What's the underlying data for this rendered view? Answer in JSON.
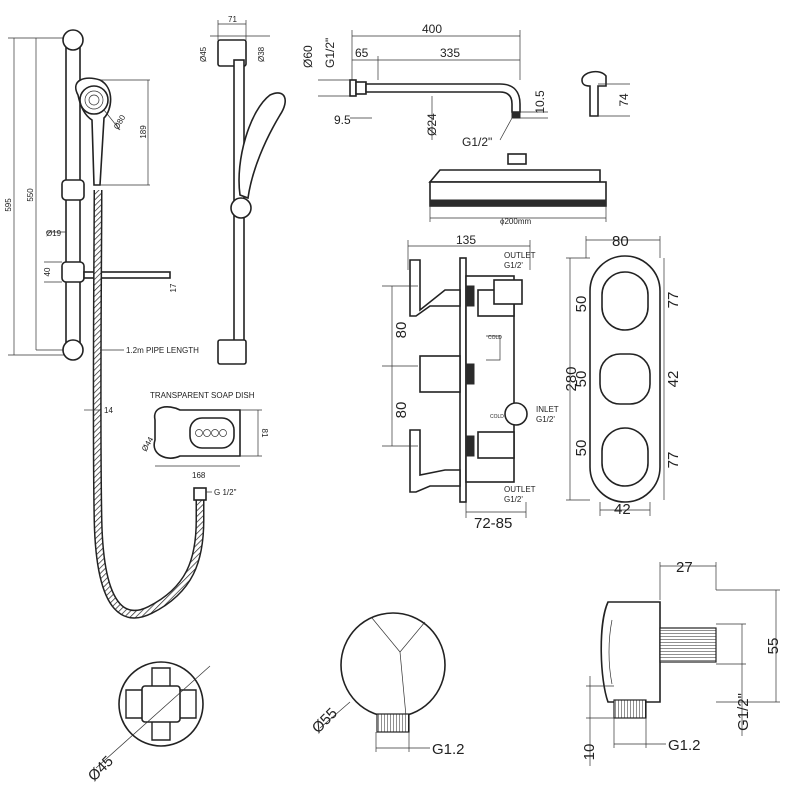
{
  "riser_rail": {
    "dims": {
      "total_height": "595",
      "rail_height": "550",
      "handset_diameter": "Ø80",
      "handset_length": "189",
      "rail_diameter": "Ø19",
      "clamp_height": "40",
      "shelf_thickness": "17",
      "hose_diameter": "14"
    },
    "labels": {
      "pipe_length": "1.2m PIPE LENGTH",
      "soap_dish_title": "TRANSPARENT SOAP DISH",
      "hose_thread": "G 1/2\""
    }
  },
  "side_rail": {
    "dims": {
      "bracket_dia_a": "Ø45",
      "bracket_dia_b": "Ø38",
      "projection": "71"
    }
  },
  "soap_dish": {
    "dims": {
      "diameter": "Ø44",
      "depth": "81",
      "width": "168"
    }
  },
  "shower_arm": {
    "dims": {
      "total_length": "400",
      "wall_offset": "65",
      "arm_length": "335",
      "flange_dia": "Ø60",
      "thread_in": "G1/2\"",
      "flange_depth": "9.5",
      "pipe_dia": "Ø24",
      "drop": "10.5",
      "thread_out": "G1/2\"",
      "wall_depth": "74"
    }
  },
  "shower_head": {
    "dims": {
      "diameter": "ϕ200mm"
    }
  },
  "valve_side": {
    "dims": {
      "depth": "135",
      "spacing_top": "80",
      "spacing_bottom": "80",
      "adjust": "72-85"
    },
    "labels": {
      "outlet_top": "OUTLET",
      "outlet_top_thread": "G1/2'",
      "cold_upper": "COLD",
      "cold_lower": "COLD",
      "inlet": "INLET",
      "inlet_thread": "G1/2'",
      "outlet_bottom": "OUTLET",
      "outlet_bottom_thread": "G1/2'"
    }
  },
  "valve_front": {
    "dims": {
      "width": "80",
      "height": "280",
      "handle_a": "50",
      "handle_b": "50",
      "handle_c": "50",
      "knob_a": "77",
      "knob_b": "42",
      "knob_c": "77",
      "bottom_width": "42"
    }
  },
  "wall_outlet_side": {
    "dims": {
      "projection": "27",
      "height": "55",
      "thread": "G1/2\"",
      "thread_length": "10",
      "thread_size": "G1.2"
    }
  },
  "wall_outlet_front": {
    "dims": {
      "diameter": "Ø55",
      "thread": "G1.2"
    }
  },
  "wall_flange": {
    "dims": {
      "diameter": "Ø45"
    }
  }
}
